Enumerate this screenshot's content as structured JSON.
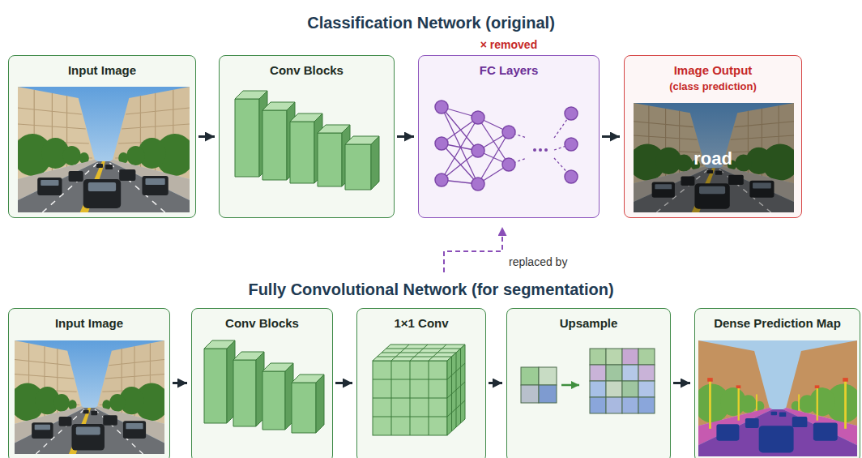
{
  "diagram": {
    "title": "Classification Network (original)",
    "nodes": [
      {
        "text": [
          "Input Image"
        ]
      },
      {
        "text": [
          "Conv Blocks"
        ]
      },
      {
        "text": [
          "FC Layers"
        ]
      },
      {
        "text": [
          "Image Output",
          "(class prediction)"
        ]
      },
      {
        "text": [
          "Input Image"
        ]
      },
      {
        "text": [
          "Conv Blocks"
        ]
      },
      {
        "text": [
          "1×1 Conv"
        ]
      },
      {
        "text": [
          "Upsample"
        ]
      },
      {
        "text": [
          "Dense Prediction Map"
        ]
      }
    ],
    "edges": [
      {
        "from": 0,
        "to": 1,
        "arrow": "to"
      },
      {
        "from": 1,
        "to": 2,
        "arrow": "to"
      },
      {
        "from": 2,
        "to": 3,
        "arrow": "to"
      },
      {
        "from": 4,
        "to": 5,
        "arrow": "to"
      },
      {
        "from": 5,
        "to": 6,
        "arrow": "to"
      },
      {
        "from": 6,
        "to": 7,
        "arrow": "to"
      },
      {
        "from": 7,
        "to": 8,
        "arrow": "to"
      }
    ],
    "labels": [
      "× removed",
      "road",
      "replaced by",
      "Fully Convolutional Network (for segmentation)"
    ]
  }
}
